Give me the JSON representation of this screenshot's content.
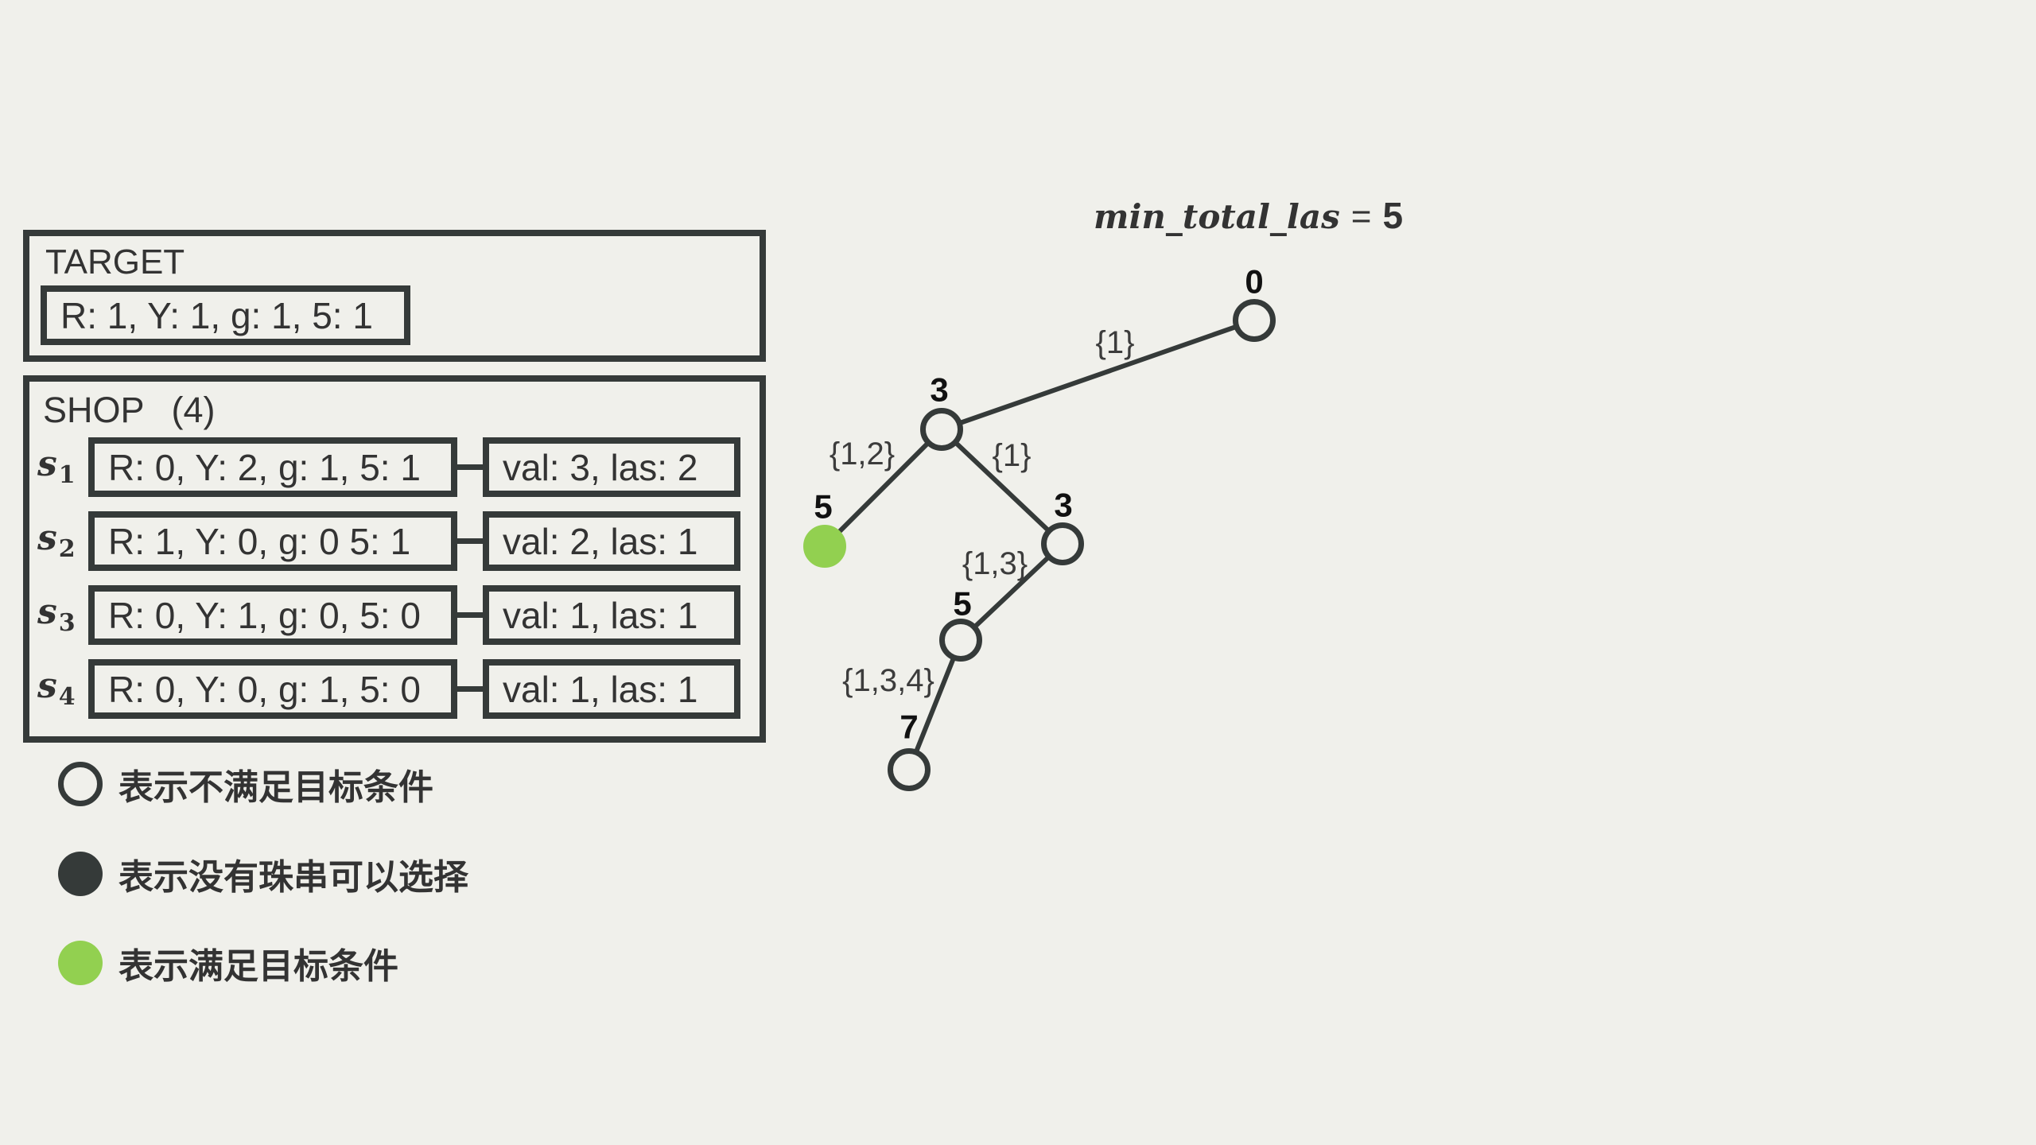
{
  "colors": {
    "background": "#f0f0eb",
    "ink": "#353a39",
    "satisfied": "#92d050"
  },
  "title": {
    "variable": "min_total_las",
    "operator": "=",
    "value": "5"
  },
  "target": {
    "heading": "TARGET",
    "spec": "R: 1, Y: 1, g: 1, 5: 1"
  },
  "shop": {
    "heading": "SHOP",
    "count": "(4)",
    "items": [
      {
        "symbol": "s",
        "index": "1",
        "attrs": "R: 0, Y: 2, g: 1, 5: 1",
        "stats": "val: 3, las: 2"
      },
      {
        "symbol": "s",
        "index": "2",
        "attrs": "R: 1, Y: 0, g: 0 5: 1",
        "stats": "val: 2, las: 1"
      },
      {
        "symbol": "s",
        "index": "3",
        "attrs": "R: 0, Y: 1, g: 0, 5: 0",
        "stats": "val: 1, las: 1"
      },
      {
        "symbol": "s",
        "index": "4",
        "attrs": "R: 0, Y: 0, g: 1, 5: 0",
        "stats": "val: 1, las: 1"
      }
    ]
  },
  "legend": [
    {
      "marker": "hollow-circle",
      "text": "表示不满足目标条件"
    },
    {
      "marker": "dark-circle",
      "text": "表示没有珠串可以选择"
    },
    {
      "marker": "green-circle",
      "text": "表示满足目标条件"
    }
  ],
  "tree": {
    "label": "0",
    "marker": "hollow-circle",
    "children": [
      {
        "edge": "{1}",
        "label": "3",
        "marker": "hollow-circle",
        "children": [
          {
            "edge": "{1,2}",
            "label": "5",
            "marker": "green-circle"
          },
          {
            "edge": "{1}",
            "label": "3",
            "marker": "hollow-circle",
            "children": [
              {
                "edge": "{1,3}",
                "label": "5",
                "marker": "hollow-circle",
                "children": [
                  {
                    "edge": "{1,3,4}",
                    "label": "7",
                    "marker": "hollow-circle"
                  }
                ]
              }
            ]
          }
        ]
      }
    ]
  }
}
